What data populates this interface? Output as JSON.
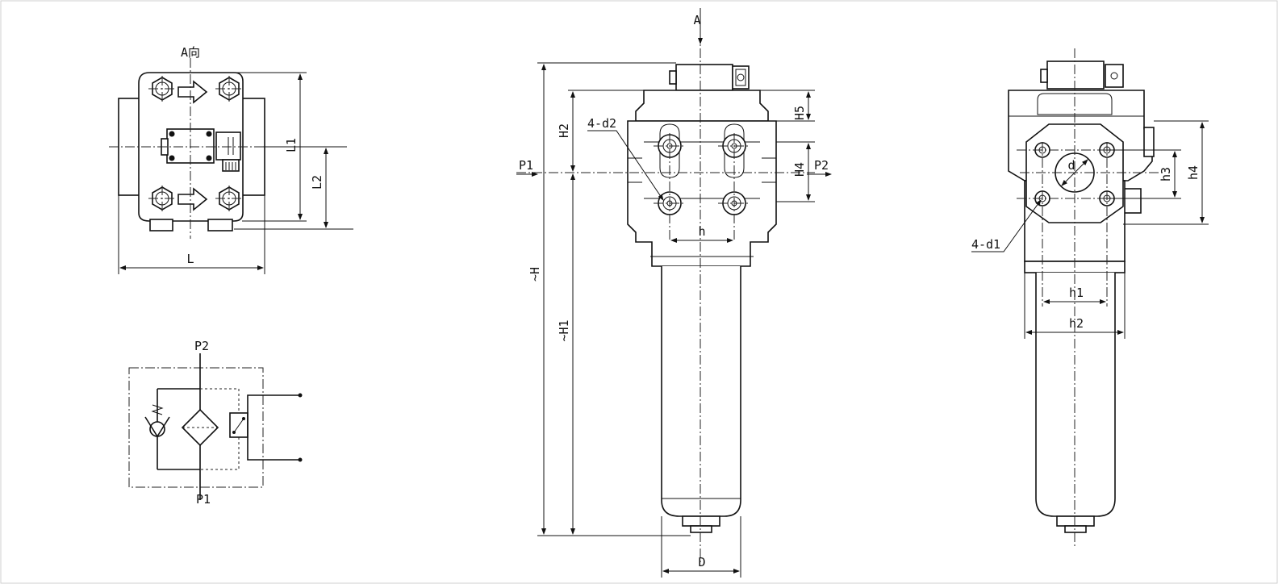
{
  "colors": {
    "line": "#111111",
    "background": "#ffffff",
    "frame": "#cfcfcf"
  },
  "top_view": {
    "view_label": "A向",
    "dims": {
      "L": "L",
      "L1": "L1",
      "L2": "L2"
    }
  },
  "schematic": {
    "port_top": "P2",
    "port_bottom": "P1"
  },
  "front_view": {
    "arrow_label": "A",
    "inlet": "P1",
    "outlet": "P2",
    "dims": {
      "H": "~H",
      "H1": "~H1",
      "H2": "H2",
      "H4": "H4",
      "H5": "H5",
      "holes": "4-d2",
      "h": "h",
      "D": "D"
    }
  },
  "side_view": {
    "dims": {
      "d": "d",
      "h1": "h1",
      "h2": "h2",
      "h3": "h3",
      "h4": "h4",
      "holes": "4-d1"
    }
  }
}
